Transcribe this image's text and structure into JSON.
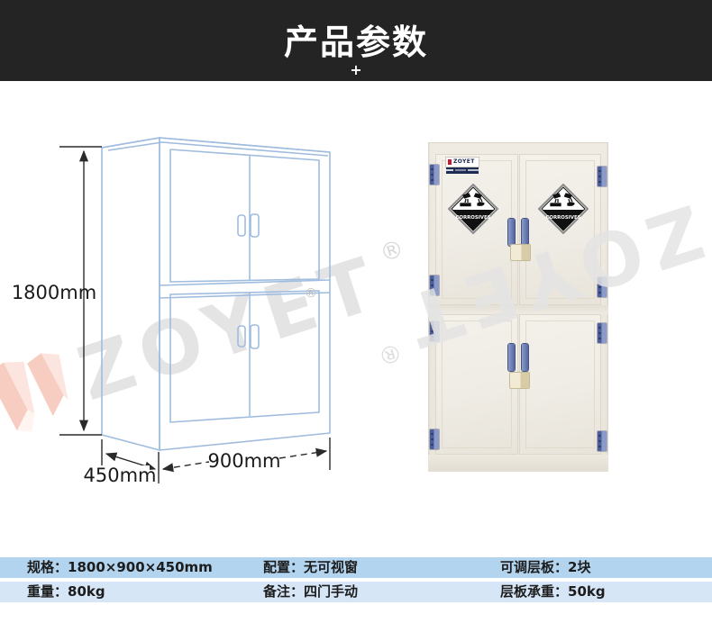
{
  "header": {
    "title": "产品参数",
    "plus": "+"
  },
  "diagram": {
    "height_label": "1800mm",
    "depth_label": "450mm",
    "width_label": "900mm",
    "line_color": "#9fbcdf",
    "dimension_color": "#2a2a2a"
  },
  "watermark": {
    "brand": "ZOYET",
    "registered": "®",
    "text_color": "#e4e4e4",
    "logo_color": "#e8654d"
  },
  "photo": {
    "brand_label": "ZOYET",
    "hazard_label": "CORROSIVES",
    "body_color": "#eeeae2",
    "hinge_color": "#5b6fa8",
    "handle_color": "#7486b8",
    "latch_color": "#e9e1c8"
  },
  "specs": {
    "row1_bg": "#b2d4ef",
    "row2_bg": "#d6e6f6",
    "rows": [
      {
        "cells": [
          {
            "label": "规格：",
            "value": "1800×900×450mm"
          },
          {
            "label": "配置：",
            "value": "无可视窗"
          },
          {
            "label": "可调层板：",
            "value": "2块"
          }
        ]
      },
      {
        "cells": [
          {
            "label": "重量：",
            "value": "80kg"
          },
          {
            "label": "备注：",
            "value": "四门手动"
          },
          {
            "label": "层板承重：",
            "value": "50kg"
          }
        ]
      }
    ]
  }
}
